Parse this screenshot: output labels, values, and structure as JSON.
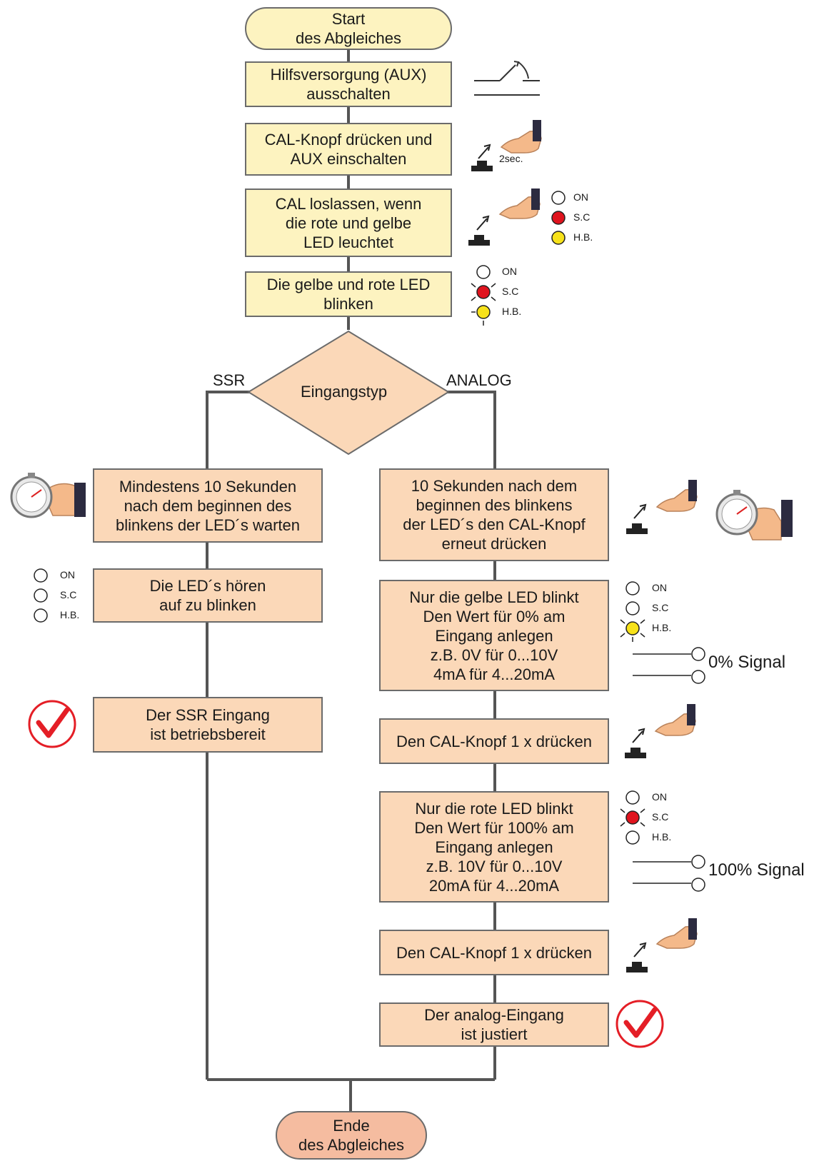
{
  "start": {
    "line1": "Start",
    "line2": "des Abgleiches"
  },
  "steps": {
    "aux_off": {
      "line1": "Hilfsversorgung (AUX)",
      "line2": "ausschalten"
    },
    "cal_press": {
      "line1": "CAL-Knopf drücken und",
      "line2": "AUX einschalten"
    },
    "cal_release": {
      "line1": "CAL loslassen, wenn",
      "line2": "die rote und gelbe",
      "line3": "LED leuchtet"
    },
    "leds_blink": {
      "line1": "Die gelbe und rote LED",
      "line2": "blinken"
    }
  },
  "decision": {
    "label": "Eingangstyp",
    "left_branch": "SSR",
    "right_branch": "ANALOG"
  },
  "ssr": {
    "wait": {
      "line1": "Mindestens 10 Sekunden",
      "line2": "nach dem beginnen des",
      "line3": "blinkens der LED´s warten"
    },
    "stop": {
      "line1": "Die LED´s hören",
      "line2": "auf zu blinken"
    },
    "ready": {
      "line1": "Der SSR Eingang",
      "line2": "ist betriebsbereit"
    }
  },
  "analog": {
    "press_again": {
      "line1": "10 Sekunden nach dem",
      "line2": "beginnen des blinkens",
      "line3": "der LED´s den CAL-Knopf",
      "line4": "erneut drücken"
    },
    "zero": {
      "line1": "Nur die gelbe LED blinkt",
      "line2": "Den Wert für 0% am",
      "line3": "Eingang anlegen",
      "line4": "z.B. 0V für 0...10V",
      "line5": "4mA für 4...20mA"
    },
    "press1": {
      "line1": "Den CAL-Knopf 1 x drücken"
    },
    "hundred": {
      "line1": "Nur die rote LED blinkt",
      "line2": "Den Wert für 100% am",
      "line3": "Eingang anlegen",
      "line4": "z.B. 10V für 0...10V",
      "line5": "20mA für 4...20mA"
    },
    "press2": {
      "line1": "Den CAL-Knopf 1 x drücken"
    },
    "adjusted": {
      "line1": "Der analog-Eingang",
      "line2": "ist justiert"
    }
  },
  "end": {
    "line1": "Ende",
    "line2": "des Abgleiches"
  },
  "led_labels": {
    "on": "ON",
    "sc": "S.C",
    "hb": "H.B."
  },
  "press_duration": "2sec.",
  "signals": {
    "zero": "0% Signal",
    "hundred": "100% Signal"
  },
  "colors": {
    "yellow_box": "#fdf3c0",
    "peach_box": "#fbd8b8",
    "end_box": "#f5bca0",
    "diamond": "#fbd8b8",
    "led_red": "#e0141e",
    "led_yellow": "#f7e21a",
    "check_red": "#e41e26"
  },
  "icons": [
    "switch-icon",
    "hand-press-icon",
    "push-button-icon",
    "stopwatch-icon",
    "led-indicator-icon",
    "checkmark-icon",
    "terminal-icon"
  ]
}
